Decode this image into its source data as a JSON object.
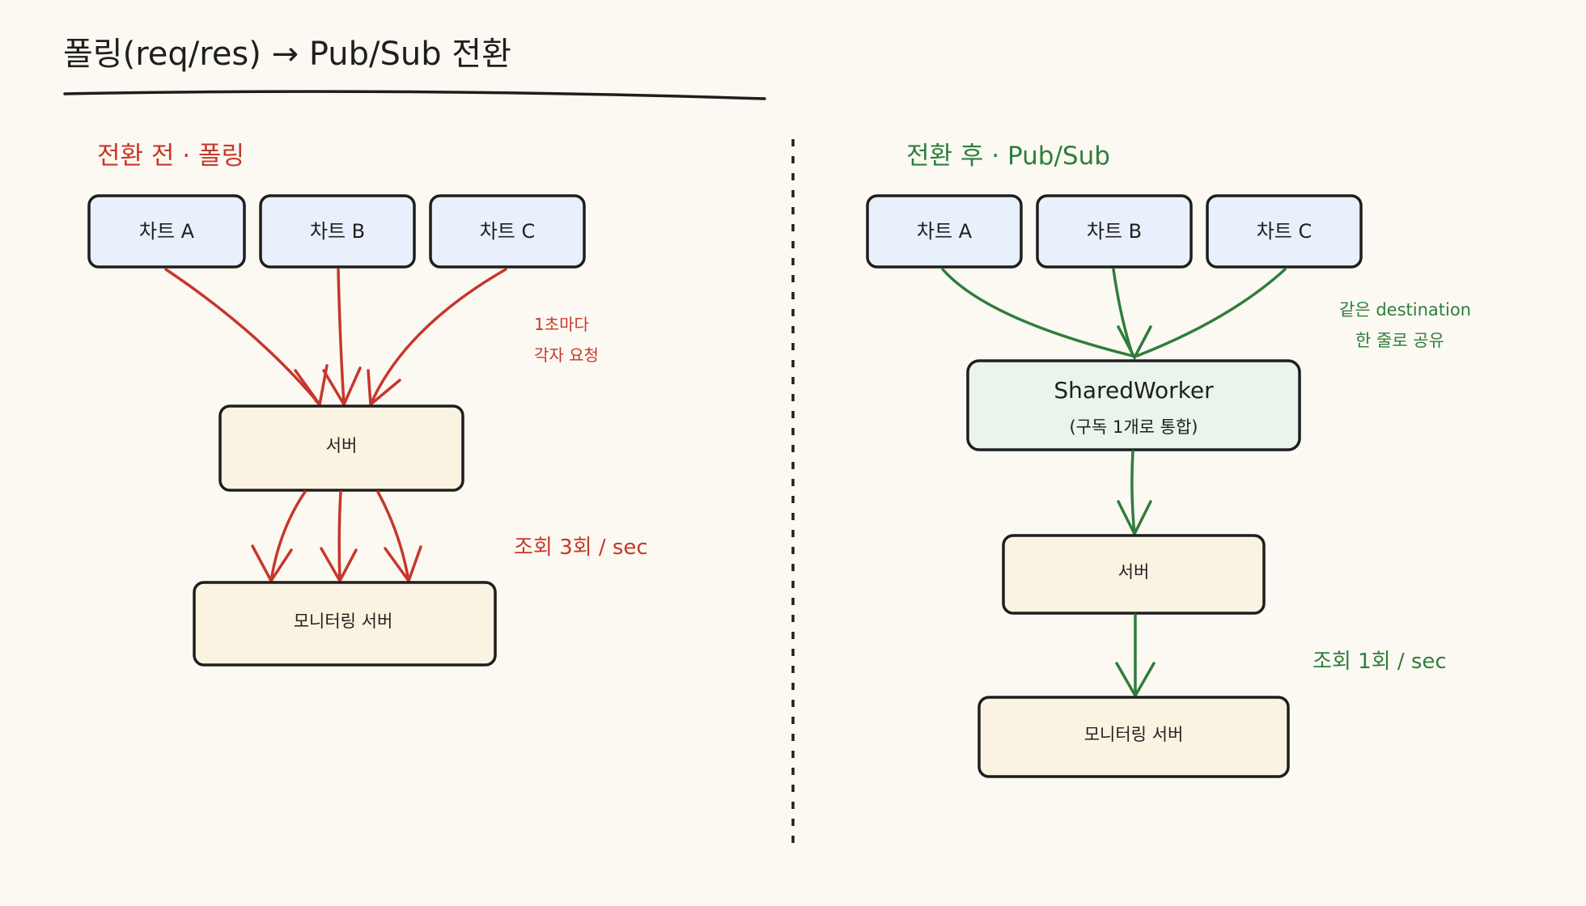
{
  "title": "폴링(req/res) → Pub/Sub 전환",
  "colors": {
    "before": "#c6372b",
    "after": "#2f7d3c",
    "ink": "#1e1e1e",
    "chart_box": "#e8f0fb",
    "server_box": "#fbf3e2",
    "worker_box": "#e8f4ec",
    "background": "#fcf9f2"
  },
  "before": {
    "heading": "전환 전 · 폴링",
    "charts": [
      "차트 A",
      "차트 B",
      "차트 C"
    ],
    "note_lines": [
      "1초마다",
      "각자 요청"
    ],
    "server": "서버",
    "monitor": "모니터링 서버",
    "rate": "조회 3회 / sec"
  },
  "after": {
    "heading": "전환 후 · Pub/Sub",
    "charts": [
      "차트 A",
      "차트 B",
      "차트 C"
    ],
    "note_lines": [
      "같은 destination",
      "한 줄로 공유"
    ],
    "worker": "SharedWorker",
    "worker_sub": "(구독 1개로 통합)",
    "server": "서버",
    "monitor": "모니터링 서버",
    "rate": "조회 1회 / sec"
  }
}
